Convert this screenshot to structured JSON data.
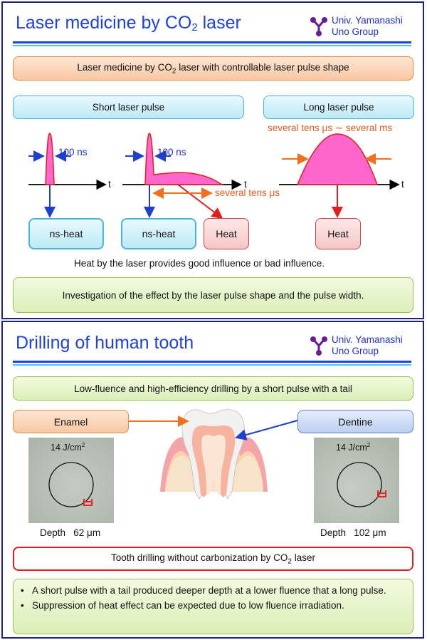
{
  "top": {
    "title_pre": "Laser medicine by CO",
    "title_sub": "2",
    "title_post": " laser",
    "brand_line1": "Univ. Yamanashi",
    "brand_line2": "Uno Group",
    "banner_pre": "Laser medicine by CO",
    "banner_sub": "2",
    "banner_post": " laser with controllable laser pulse shape",
    "short_pulse_label": "Short laser pulse",
    "long_pulse_label": "Long laser pulse",
    "long_duration_label": "several tens μs ∼ several ms",
    "ns_label_1": "100 ns",
    "ns_label_2": "100 ns",
    "tail_label": "several tens μs",
    "t_label_1": "t",
    "t_label_2": "t",
    "t_label_3": "t",
    "heat_box_1": "ns-heat",
    "heat_box_2": "ns-heat",
    "heat_box_3": "Heat",
    "heat_box_4": "Heat",
    "influence_text": "Heat by the laser provides good influence or bad influence.",
    "investigation_text": "Investigation of the effect by the laser pulse shape and the pulse width."
  },
  "bottom": {
    "title": "Drilling of human tooth",
    "brand_line1": "Univ. Yamanashi",
    "brand_line2": "Uno Group",
    "banner": "Low-fluence and high-efficiency drilling by a short pulse with a tail",
    "enamel_label": "Enamel",
    "dentine_label": "Dentine",
    "fluence_left": "14 J/cm",
    "fluence_right": "14 J/cm",
    "fluence_sup": "2",
    "depth_left": "Depth   62 μm",
    "depth_right": "Depth   102 μm",
    "carbon_pre": "Tooth drilling without carbonization by CO",
    "carbon_sub": "2",
    "carbon_post": " laser",
    "bullets": [
      "A short pulse with a tail produced deeper depth at a lower fluence that a long pulse.",
      "Suppression of heat effect can be expected due to low fluence irradiation."
    ]
  },
  "colors": {
    "title_blue": "#1e40e0",
    "orange_text": "#f05a1a",
    "pulse_fill": "#ff66cc",
    "red_arrow": "#e02020",
    "blue_arrow": "#1e3fd0"
  }
}
